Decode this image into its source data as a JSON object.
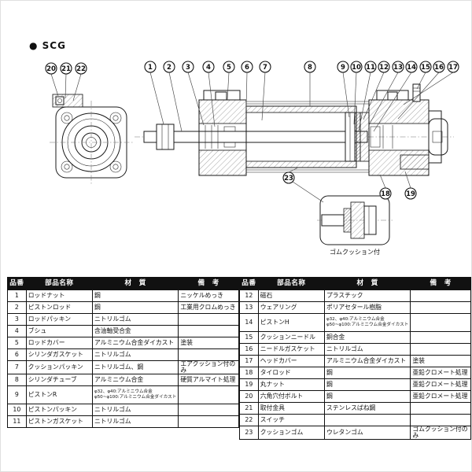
{
  "page": {
    "series_label": "● SCG"
  },
  "drawing": {
    "balloons": {
      "b1": "1",
      "b2": "2",
      "b3": "3",
      "b4": "4",
      "b5": "5",
      "b6": "6",
      "b7": "7",
      "b8": "8",
      "b9": "9",
      "b10": "10",
      "b11": "11",
      "b12": "12",
      "b13": "13",
      "b14": "14",
      "b15": "15",
      "b16": "16",
      "b17": "17",
      "b18": "18",
      "b19": "19",
      "b20": "20",
      "b21": "21",
      "b22": "22",
      "b23": "23"
    },
    "detail_caption": "ゴムクッション付"
  },
  "table": {
    "headers": {
      "no": "品番",
      "name": "部品名称",
      "material": "材　質",
      "remarks": "備　考"
    },
    "left_rows": [
      {
        "no": "1",
        "name": "ロッドナット",
        "material": "鋼",
        "remarks": "ニッケルめっき"
      },
      {
        "no": "2",
        "name": "ピストンロッド",
        "material": "鋼",
        "remarks": "工業用クロムめっき"
      },
      {
        "no": "3",
        "name": "ロッドパッキン",
        "material": "ニトリルゴム",
        "remarks": ""
      },
      {
        "no": "4",
        "name": "ブシュ",
        "material": "含油軸受合金",
        "remarks": ""
      },
      {
        "no": "5",
        "name": "ロッドカバー",
        "material": "アルミニウム合金ダイカスト",
        "remarks": "塗装"
      },
      {
        "no": "6",
        "name": "シリンダガスケット",
        "material": "ニトリルゴム",
        "remarks": ""
      },
      {
        "no": "7",
        "name": "クッションパッキン",
        "material": "ニトリルゴム、鋼",
        "remarks": "エアクッション付のみ"
      },
      {
        "no": "8",
        "name": "シリンダチューブ",
        "material": "アルミニウム合金",
        "remarks": "硬質アルマイト処理"
      },
      {
        "no": "9",
        "name": "ピストンR",
        "material": "φ32、φ40:アルミニウム合金\nφ50~φ100:アルミニウム合金ダイカスト",
        "remarks": ""
      },
      {
        "no": "10",
        "name": "ピストンパッキン",
        "material": "ニトリルゴム",
        "remarks": ""
      },
      {
        "no": "11",
        "name": "ピストンガスケット",
        "material": "ニトリルゴム",
        "remarks": ""
      }
    ],
    "right_rows": [
      {
        "no": "12",
        "name": "磁石",
        "material": "プラスチック",
        "remarks": ""
      },
      {
        "no": "13",
        "name": "ウェアリング",
        "material": "ポリアセタール樹脂",
        "remarks": ""
      },
      {
        "no": "14",
        "name": "ピストンH",
        "material": "φ32、φ40:アルミニウム合金\nφ50~φ100:アルミニウム合金ダイカスト",
        "remarks": ""
      },
      {
        "no": "15",
        "name": "クッションニードル",
        "material": "銅合金",
        "remarks": ""
      },
      {
        "no": "16",
        "name": "ニードルガスケット",
        "material": "ニトリルゴム",
        "remarks": ""
      },
      {
        "no": "17",
        "name": "ヘッドカバー",
        "material": "アルミニウム合金ダイカスト",
        "remarks": "塗装"
      },
      {
        "no": "18",
        "name": "タイロッド",
        "material": "鋼",
        "remarks": "亜鉛クロメート処理"
      },
      {
        "no": "19",
        "name": "丸ナット",
        "material": "鋼",
        "remarks": "亜鉛クロメート処理"
      },
      {
        "no": "20",
        "name": "六角穴付ボルト",
        "material": "鋼",
        "remarks": "亜鉛クロメート処理"
      },
      {
        "no": "21",
        "name": "取付金具",
        "material": "ステンレスばね鋼",
        "remarks": ""
      },
      {
        "no": "22",
        "name": "スイッチ",
        "material": "",
        "remarks": ""
      },
      {
        "no": "23",
        "name": "クッションゴム",
        "material": "ウレタンゴム",
        "remarks": "ゴムクッション付のみ"
      }
    ]
  }
}
